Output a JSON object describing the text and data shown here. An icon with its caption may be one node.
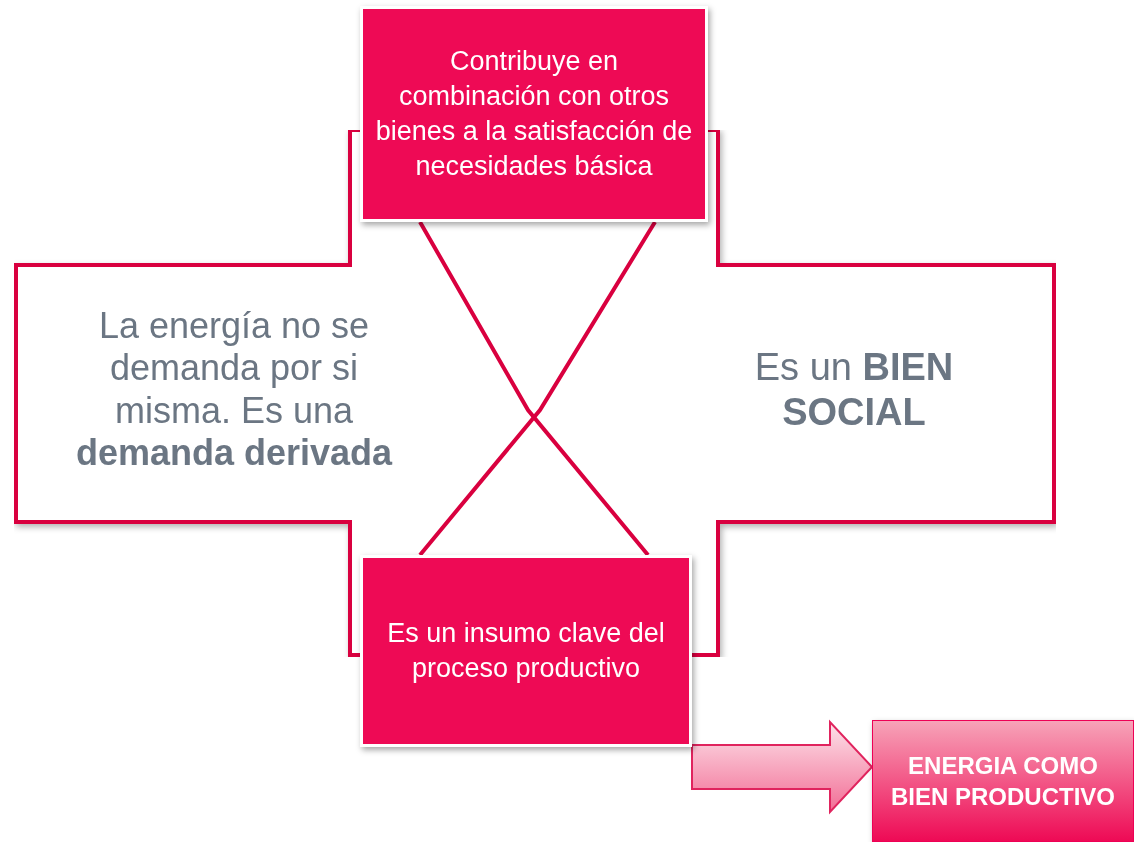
{
  "diagram": {
    "nodes": [
      {
        "text": [
          "La energía no se demanda por si misma. Es una **demanda derivada**",
          "Es un **BIEN SOCIAL**"
        ]
      },
      {
        "text": [
          "Contribuye  en combinación con otros bienes a la satisfacción de necesidades básica"
        ]
      },
      {
        "text": [
          "Es un insumo clave del proceso productivo"
        ]
      },
      {
        "text": [
          "ENERGIA COMO BIEN PRODUCTIVO"
        ]
      }
    ],
    "edges": [
      {
        "from": 2,
        "to": 3,
        "arrow": "to"
      }
    ]
  }
}
